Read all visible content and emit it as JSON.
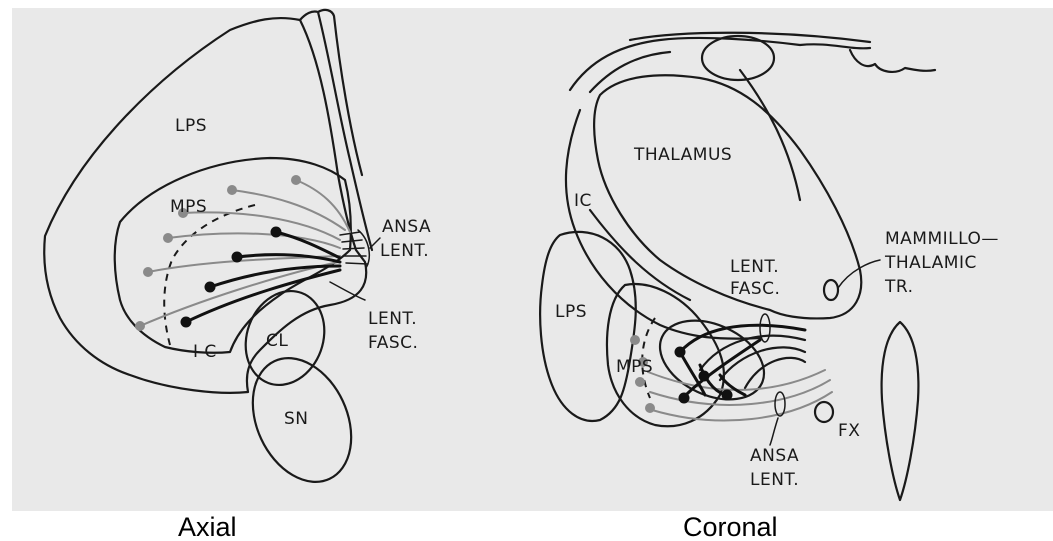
{
  "axial": {
    "labels": {
      "lps": "LPS",
      "mps": "MPS",
      "ic": "I C",
      "cl": "CL",
      "sn": "SN",
      "ansa_lent_1": "ANSA",
      "ansa_lent_2": "LENT.",
      "lent_fasc_1": "LENT.",
      "lent_fasc_2": "FASC."
    },
    "caption": "Axial"
  },
  "coronal": {
    "labels": {
      "thalamus": "THALAMUS",
      "ic": "IC",
      "lps": "LPS",
      "mps": "MPS",
      "lent_fasc_1": "LENT.",
      "lent_fasc_2": "FASC.",
      "mammillo_1": "MAMMILLO—",
      "mammillo_2": "THALAMIC",
      "mammillo_3": "TR.",
      "ansa_lent_1": "ANSA",
      "ansa_lent_2": "LENT.",
      "fx": "FX"
    },
    "caption": "Coronal"
  },
  "colors": {
    "background": "#e9e9e9",
    "ink": "#1a1a1a",
    "gray_fiber": "#8a8a8a",
    "black_fiber": "#111111"
  }
}
